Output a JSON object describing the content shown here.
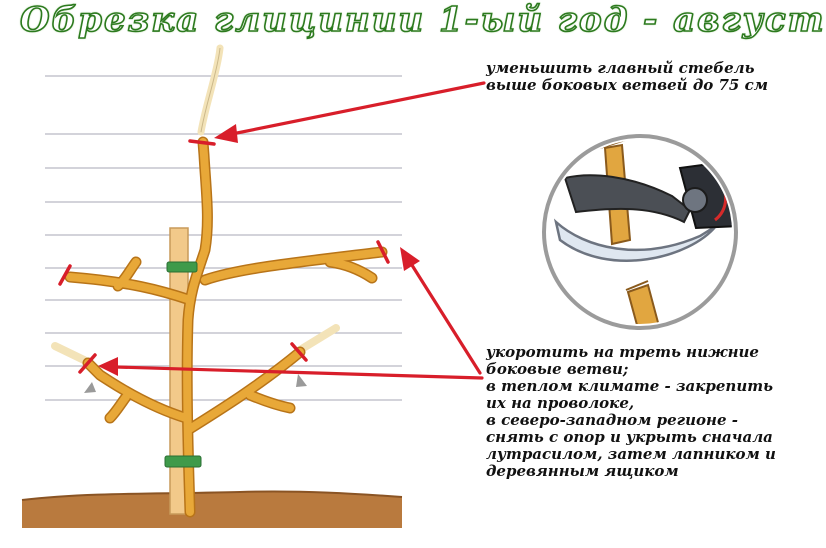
{
  "title": "Обрезка глицинии 1-ый год - август",
  "notes": {
    "main_stem": "уменьшить главный стебель\nвыше боковых ветвей до 75 см",
    "side_branches": "укоротить на треть нижние\nбоковые ветви;\nв теплом климате - закрепить\nих на проволоке,\nв северо-западном регионе -\nснять с опор и укрыть сначала\nлутрасилом, затем лапником и\nдеревянным ящиком"
  },
  "colors": {
    "title_stroke": "#2c7a1e",
    "branch": "#e8a838",
    "branch_outline": "#b87418",
    "stake": "#f2c98a",
    "tie": "#3f9a4a",
    "cut_mark": "#d81e2a",
    "arrow": "#d81e2a",
    "wire": "#b9b9c4",
    "soil": "#b97a3e"
  }
}
